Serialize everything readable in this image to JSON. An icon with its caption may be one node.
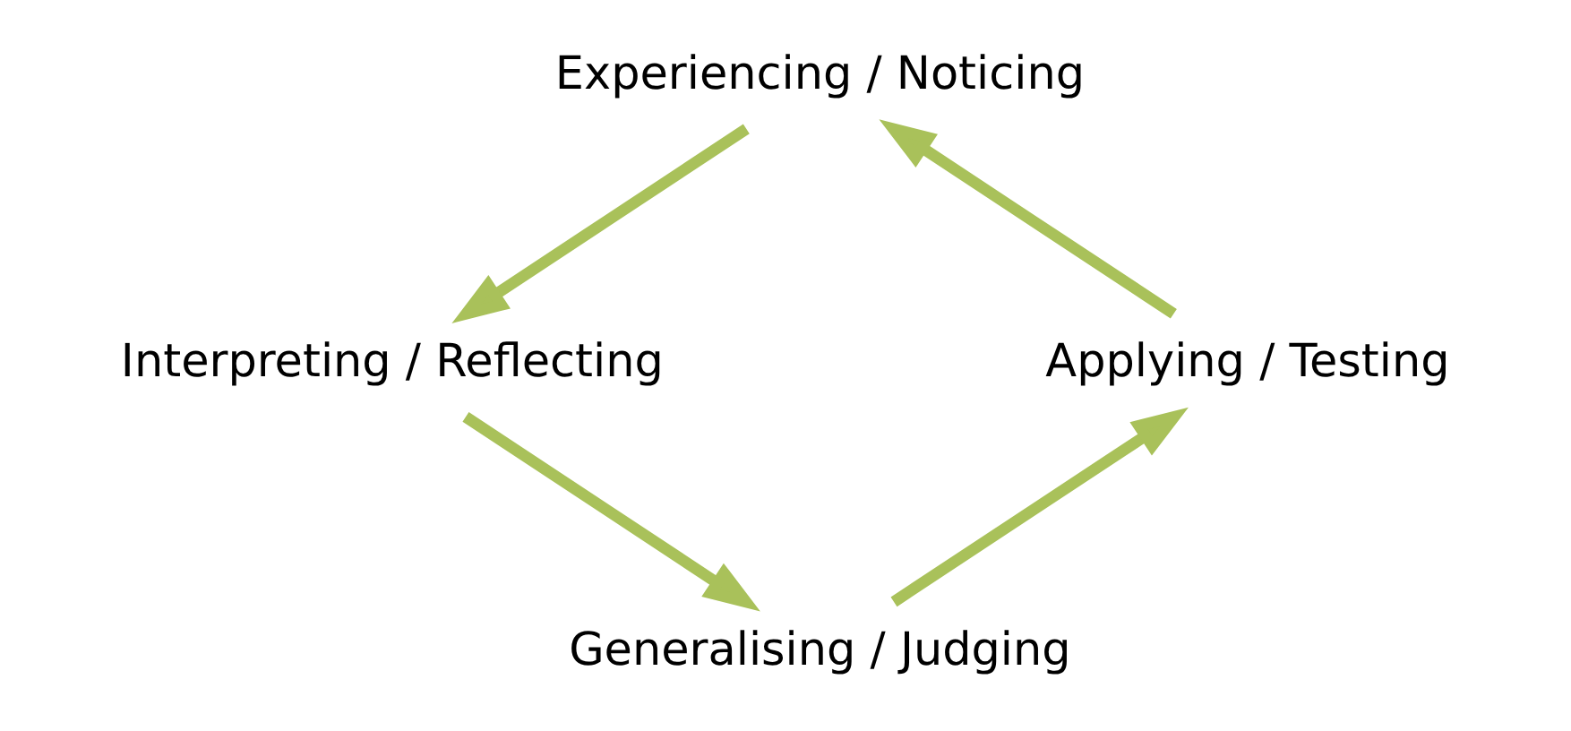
{
  "diagram": {
    "nodes": [
      {
        "text": [
          "Experiencing / Noticing"
        ]
      },
      {
        "text": [
          "Interpreting / Reflecting"
        ]
      },
      {
        "text": [
          "Generalising / Judging"
        ]
      },
      {
        "text": [
          "Applying / Testing"
        ]
      }
    ],
    "edges": [
      {
        "from": 3,
        "to": 0,
        "arrow": "to"
      },
      {
        "from": 0,
        "to": 1,
        "arrow": "to"
      },
      {
        "from": 1,
        "to": 2,
        "arrow": "to"
      },
      {
        "from": 2,
        "to": 3,
        "arrow": "to"
      }
    ]
  }
}
